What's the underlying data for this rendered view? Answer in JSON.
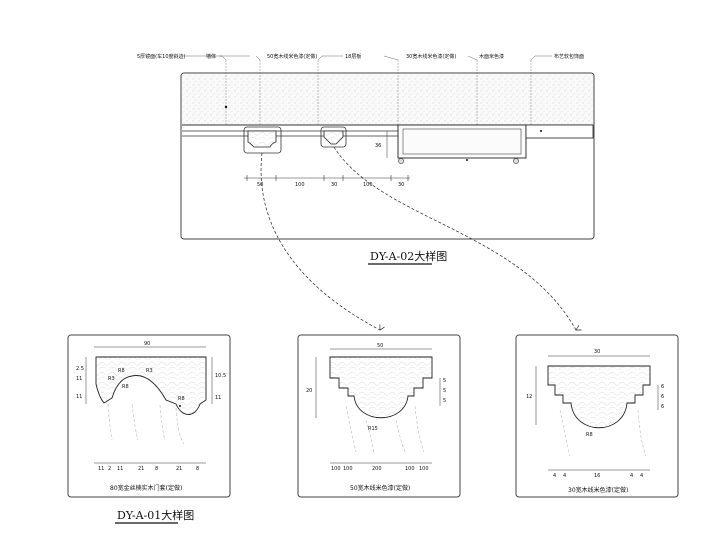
{
  "main_section": {
    "callouts": [
      "5厚镜面(车10度斜边)",
      "墙体",
      "50宽木线米色漆(定做)",
      "18层板",
      "30宽木线米色漆(定做)",
      "木面米色漆",
      "布艺软包饰面"
    ],
    "dimensions": [
      "50",
      "100",
      "30",
      "100",
      "30"
    ],
    "side_dimension": "36",
    "title": "DY-A-02大样图"
  },
  "detail_left": {
    "top_dimension": "90",
    "side_labels": [
      "2.5",
      "11",
      "11",
      "10.5",
      "11"
    ],
    "inner_labels": [
      "R3",
      "R8",
      "R8",
      "R3",
      "R8"
    ],
    "bottom_dimensions": [
      "11",
      "2",
      "11",
      "21",
      "8",
      "21",
      "8"
    ],
    "caption": "80宽金丝楠实木门套(定做)",
    "title": "DY-A-01大样图"
  },
  "detail_mid": {
    "top_dimension": "50",
    "side_labels": [
      "20",
      "5",
      "5",
      "5"
    ],
    "radius_label": "R15",
    "bottom_dimensions": [
      "100",
      "100",
      "200",
      "100",
      "100"
    ],
    "caption": "50宽木线米色漆(定做)"
  },
  "detail_right": {
    "top_dimension": "30",
    "side_labels": [
      "12",
      "6",
      "6",
      "6"
    ],
    "radius_label": "R8",
    "bottom_dimensions": [
      "4",
      "4",
      "16",
      "4",
      "4"
    ],
    "caption": "30宽木线米色漆(定做)"
  }
}
